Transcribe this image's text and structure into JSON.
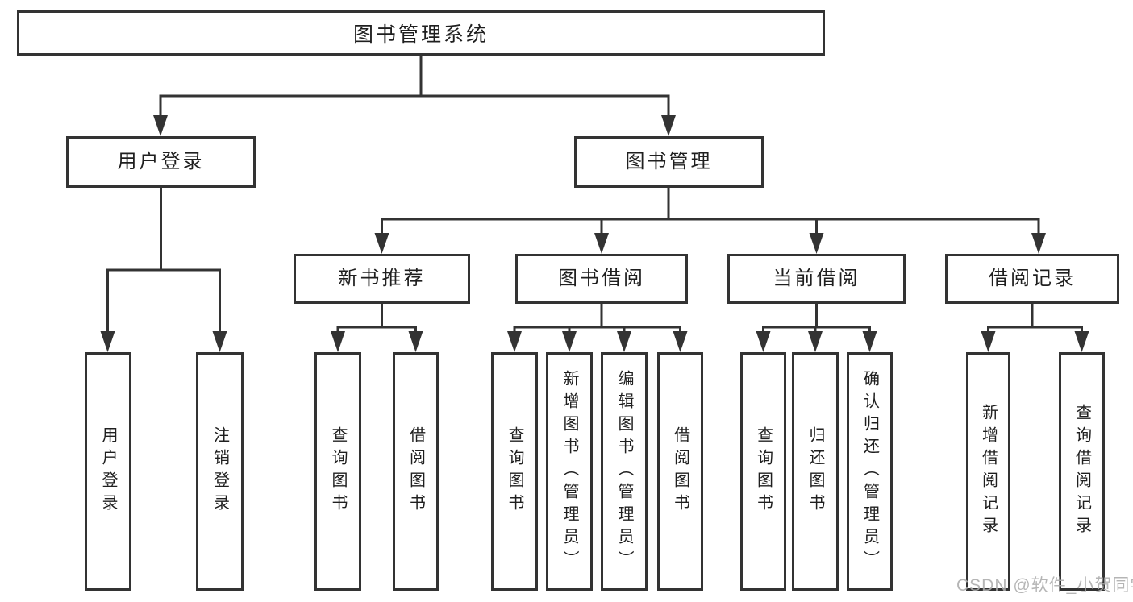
{
  "diagram": {
    "type": "hierarchy-tree",
    "tree": {
      "label": "图书管理系统",
      "children": [
        {
          "label": "用户登录",
          "children": [
            {
              "label": "用户登录"
            },
            {
              "label": "注销登录"
            }
          ]
        },
        {
          "label": "图书管理",
          "children": [
            {
              "label": "新书推荐",
              "children": [
                {
                  "label": "查询图书"
                },
                {
                  "label": "借阅图书"
                }
              ]
            },
            {
              "label": "图书借阅",
              "children": [
                {
                  "label": "查询图书"
                },
                {
                  "label": "新增图书（管理员）"
                },
                {
                  "label": "编辑图书（管理员）"
                },
                {
                  "label": "借阅图书"
                }
              ]
            },
            {
              "label": "当前借阅",
              "children": [
                {
                  "label": "查询图书"
                },
                {
                  "label": "归还图书"
                },
                {
                  "label": "确认归还（管理员）"
                }
              ]
            },
            {
              "label": "借阅记录",
              "children": [
                {
                  "label": "新增借阅记录"
                },
                {
                  "label": "查询借阅记录"
                }
              ]
            }
          ]
        }
      ]
    },
    "colors": {
      "line": "#333333",
      "box_border": "#333333",
      "box_fill": "#ffffff",
      "text": "#1f1f1f",
      "watermark": "#aeaeae",
      "background": "#ffffff"
    }
  },
  "watermark": "CSDN @软件_小贺同学"
}
